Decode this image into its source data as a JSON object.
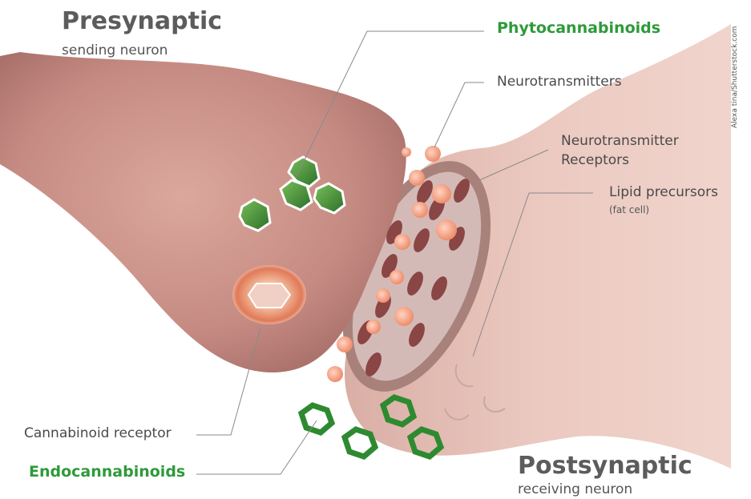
{
  "presynaptic": {
    "title": "Presynaptic",
    "subtitle": "sending neuron"
  },
  "postsynaptic": {
    "title": "Postsynaptic",
    "subtitle": "receiving neuron"
  },
  "labels": {
    "phytocannabinoids": "Phytocannabinoids",
    "neurotransmitters": "Neurotransmitters",
    "receptors_line1": "Neurotransmitter",
    "receptors_line2": "Receptors",
    "lipid": "Lipid precursors",
    "lipid_note": "(fat cell)",
    "cannabinoid_receptor": "Cannabinoid receptor",
    "endocannabinoids": "Endocannabinoids"
  },
  "credit": "Alexa tina/Shutterstock.com",
  "colors": {
    "neuron_fill": "#c9918a",
    "post_neuron_fill": "#e8c2b8",
    "green_label": "#2e9a3a",
    "hexagon_green": "#3a8a35",
    "vesicle": "#f5a58a",
    "receptor_dark": "#8a4545"
  }
}
